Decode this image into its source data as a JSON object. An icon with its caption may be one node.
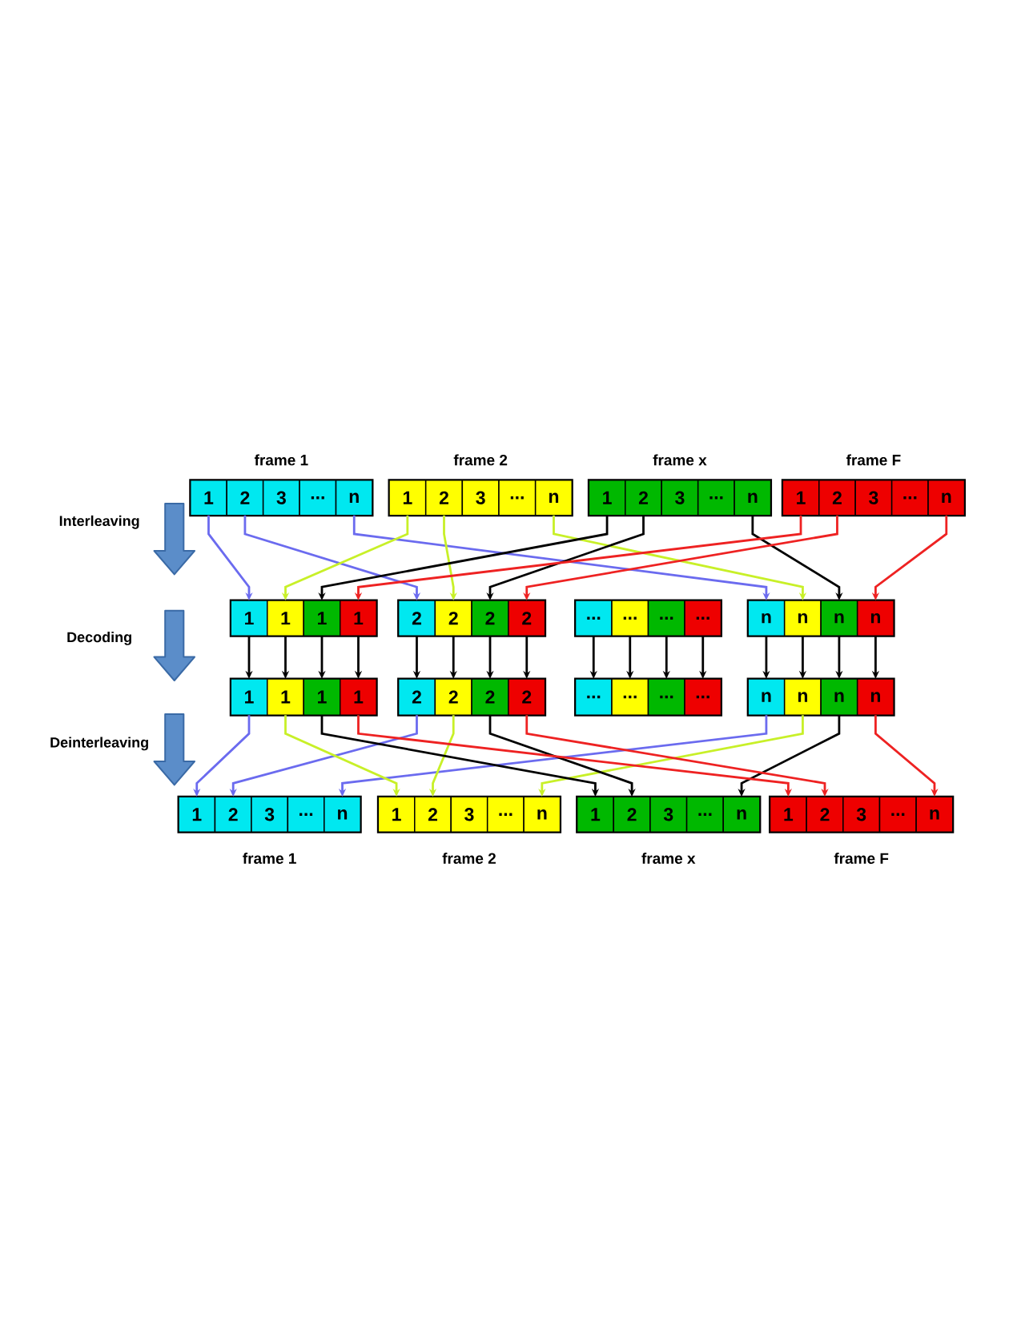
{
  "diagram": {
    "nodes": [
      {
        "text": [
          "frame 1"
        ]
      },
      {
        "text": [
          "1"
        ],
        "in": 0
      },
      {
        "text": [
          "2"
        ],
        "in": 0
      },
      {
        "text": [
          "3"
        ],
        "in": 0
      },
      {
        "text": [
          "..."
        ],
        "in": 0
      },
      {
        "text": [
          "n"
        ],
        "in": 0
      },
      {
        "text": [
          "frame 2"
        ]
      },
      {
        "text": [
          "1"
        ],
        "in": 6
      },
      {
        "text": [
          "2"
        ],
        "in": 6
      },
      {
        "text": [
          "3"
        ],
        "in": 6
      },
      {
        "text": [
          "..."
        ],
        "in": 6
      },
      {
        "text": [
          "n"
        ],
        "in": 6
      },
      {
        "text": [
          "frame x"
        ]
      },
      {
        "text": [
          "1"
        ],
        "in": 12
      },
      {
        "text": [
          "2"
        ],
        "in": 12
      },
      {
        "text": [
          "3"
        ],
        "in": 12
      },
      {
        "text": [
          "..."
        ],
        "in": 12
      },
      {
        "text": [
          "n"
        ],
        "in": 12
      },
      {
        "text": [
          "frame F"
        ]
      },
      {
        "text": [
          "1"
        ],
        "in": 18
      },
      {
        "text": [
          "2"
        ],
        "in": 18
      },
      {
        "text": [
          "3"
        ],
        "in": 18
      },
      {
        "text": [
          "..."
        ],
        "in": 18
      },
      {
        "text": [
          "n"
        ],
        "in": 18
      },
      {
        "text": [],
        "shape": "box"
      },
      {
        "text": [
          "1"
        ],
        "in": 24
      },
      {
        "text": [
          "1"
        ],
        "in": 24
      },
      {
        "text": [
          "1"
        ],
        "in": 24
      },
      {
        "text": [
          "1"
        ],
        "in": 24
      },
      {
        "text": [],
        "shape": "box"
      },
      {
        "text": [
          "2"
        ],
        "in": 29
      },
      {
        "text": [
          "2"
        ],
        "in": 29
      },
      {
        "text": [
          "2"
        ],
        "in": 29
      },
      {
        "text": [
          "2"
        ],
        "in": 29
      },
      {
        "text": [],
        "shape": "box"
      },
      {
        "text": [
          "..."
        ],
        "in": 34
      },
      {
        "text": [
          "..."
        ],
        "in": 34
      },
      {
        "text": [
          "..."
        ],
        "in": 34
      },
      {
        "text": [
          "..."
        ],
        "in": 34
      },
      {
        "text": [],
        "shape": "box"
      },
      {
        "text": [
          "n"
        ],
        "in": 39
      },
      {
        "text": [
          "n"
        ],
        "in": 39
      },
      {
        "text": [
          "n"
        ],
        "in": 39
      },
      {
        "text": [
          "n"
        ],
        "in": 39
      },
      {
        "text": [],
        "shape": "box"
      },
      {
        "text": [
          "1"
        ],
        "in": 44
      },
      {
        "text": [
          "1"
        ],
        "in": 44
      },
      {
        "text": [
          "1"
        ],
        "in": 44
      },
      {
        "text": [
          "1"
        ],
        "in": 44
      },
      {
        "text": [],
        "shape": "box"
      },
      {
        "text": [
          "2"
        ],
        "in": 49
      },
      {
        "text": [
          "2"
        ],
        "in": 49
      },
      {
        "text": [
          "2"
        ],
        "in": 49
      },
      {
        "text": [
          "2"
        ],
        "in": 49
      },
      {
        "text": [],
        "shape": "box"
      },
      {
        "text": [
          "..."
        ],
        "in": 54
      },
      {
        "text": [
          "..."
        ],
        "in": 54
      },
      {
        "text": [
          "..."
        ],
        "in": 54
      },
      {
        "text": [
          "..."
        ],
        "in": 54
      },
      {
        "text": [],
        "shape": "box"
      },
      {
        "text": [
          "n"
        ],
        "in": 59
      },
      {
        "text": [
          "n"
        ],
        "in": 59
      },
      {
        "text": [
          "n"
        ],
        "in": 59
      },
      {
        "text": [
          "n"
        ],
        "in": 59
      },
      {
        "text": [
          "frame 1"
        ]
      },
      {
        "text": [
          "1"
        ],
        "in": 64
      },
      {
        "text": [
          "2"
        ],
        "in": 64
      },
      {
        "text": [
          "3"
        ],
        "in": 64
      },
      {
        "text": [
          "..."
        ],
        "in": 64
      },
      {
        "text": [
          "n"
        ],
        "in": 64
      },
      {
        "text": [
          "frame 2"
        ]
      },
      {
        "text": [
          "1"
        ],
        "in": 70
      },
      {
        "text": [
          "2"
        ],
        "in": 70
      },
      {
        "text": [
          "3"
        ],
        "in": 70
      },
      {
        "text": [
          "..."
        ],
        "in": 70
      },
      {
        "text": [
          "n"
        ],
        "in": 70
      },
      {
        "text": [
          "frame x"
        ]
      },
      {
        "text": [
          "1"
        ],
        "in": 76
      },
      {
        "text": [
          "2"
        ],
        "in": 76
      },
      {
        "text": [
          "3"
        ],
        "in": 76
      },
      {
        "text": [
          "..."
        ],
        "in": 76
      },
      {
        "text": [
          "n"
        ],
        "in": 76
      },
      {
        "text": [
          "frame F"
        ]
      },
      {
        "text": [
          "1"
        ],
        "in": 82
      },
      {
        "text": [
          "2"
        ],
        "in": 82
      },
      {
        "text": [
          "3"
        ],
        "in": 82
      },
      {
        "text": [
          "..."
        ],
        "in": 82
      },
      {
        "text": [
          "n"
        ],
        "in": 82
      }
    ],
    "edges": [
      {
        "from": 1,
        "to": 25,
        "arrow": "to",
        "color": "#6b6bef"
      },
      {
        "from": 2,
        "to": 30,
        "arrow": "to",
        "color": "#6b6bef"
      },
      {
        "from": 5,
        "to": 40,
        "arrow": "to",
        "color": "#6b6bef"
      },
      {
        "from": 7,
        "to": 26,
        "arrow": "to",
        "color": "#c8f028"
      },
      {
        "from": 8,
        "to": 31,
        "arrow": "to",
        "color": "#c8f028"
      },
      {
        "from": 11,
        "to": 41,
        "arrow": "to",
        "color": "#c8f028"
      },
      {
        "from": 13,
        "to": 27,
        "arrow": "to"
      },
      {
        "from": 14,
        "to": 32,
        "arrow": "to"
      },
      {
        "from": 17,
        "to": 42,
        "arrow": "to"
      },
      {
        "from": 19,
        "to": 28,
        "arrow": "to",
        "color": "#ee2222"
      },
      {
        "from": 20,
        "to": 33,
        "arrow": "to",
        "color": "#ee2222"
      },
      {
        "from": 23,
        "to": 43,
        "arrow": "to",
        "color": "#ee2222"
      },
      {
        "from": 25,
        "to": 45,
        "arrow": "to"
      },
      {
        "from": 26,
        "to": 46,
        "arrow": "to"
      },
      {
        "from": 27,
        "to": 47,
        "arrow": "to"
      },
      {
        "from": 28,
        "to": 48,
        "arrow": "to"
      },
      {
        "from": 30,
        "to": 50,
        "arrow": "to"
      },
      {
        "from": 31,
        "to": 51,
        "arrow": "to"
      },
      {
        "from": 32,
        "to": 52,
        "arrow": "to"
      },
      {
        "from": 33,
        "to": 53,
        "arrow": "to"
      },
      {
        "from": 35,
        "to": 55,
        "arrow": "to"
      },
      {
        "from": 36,
        "to": 56,
        "arrow": "to"
      },
      {
        "from": 37,
        "to": 57,
        "arrow": "to"
      },
      {
        "from": 38,
        "to": 58,
        "arrow": "to"
      },
      {
        "from": 40,
        "to": 60,
        "arrow": "to"
      },
      {
        "from": 41,
        "to": 61,
        "arrow": "to"
      },
      {
        "from": 42,
        "to": 62,
        "arrow": "to"
      },
      {
        "from": 43,
        "to": 63,
        "arrow": "to"
      },
      {
        "from": 45,
        "to": 65,
        "arrow": "to",
        "color": "#6b6bef"
      },
      {
        "from": 50,
        "to": 66,
        "arrow": "to",
        "color": "#6b6bef"
      },
      {
        "from": 60,
        "to": 69,
        "arrow": "to",
        "color": "#6b6bef"
      },
      {
        "from": 46,
        "to": 71,
        "arrow": "to",
        "color": "#c8f028"
      },
      {
        "from": 51,
        "to": 72,
        "arrow": "to",
        "color": "#c8f028"
      },
      {
        "from": 61,
        "to": 75,
        "arrow": "to",
        "color": "#c8f028"
      },
      {
        "from": 47,
        "to": 77,
        "arrow": "to"
      },
      {
        "from": 52,
        "to": 78,
        "arrow": "to"
      },
      {
        "from": 62,
        "to": 81,
        "arrow": "to"
      },
      {
        "from": 48,
        "to": 83,
        "arrow": "to",
        "color": "#ee2222"
      },
      {
        "from": 53,
        "to": 84,
        "arrow": "to",
        "color": "#ee2222"
      },
      {
        "from": 63,
        "to": 87,
        "arrow": "to",
        "color": "#ee2222"
      }
    ],
    "labels": [
      "Interleaving",
      "Decoding",
      "Deinterleaving"
    ]
  }
}
